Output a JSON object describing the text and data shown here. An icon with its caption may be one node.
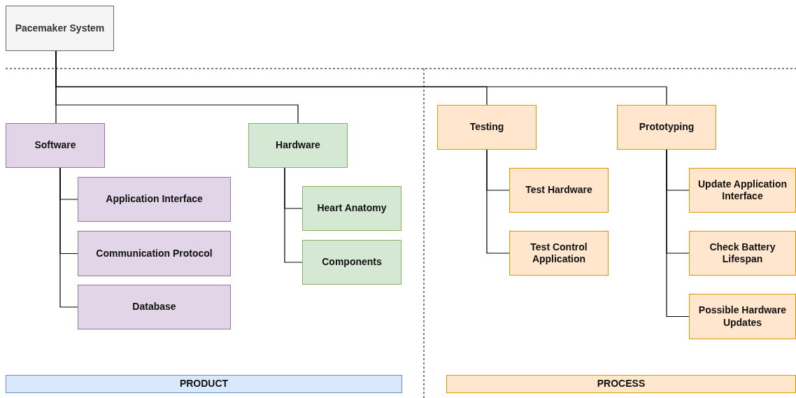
{
  "diagram": {
    "nodes": [
      {
        "text": [
          "Pacemaker System"
        ]
      },
      {
        "text": [
          "Software"
        ]
      },
      {
        "text": [
          "Hardware"
        ]
      },
      {
        "text": [
          "Application Interface"
        ]
      },
      {
        "text": [
          "Communication Protocol"
        ]
      },
      {
        "text": [
          "Database"
        ]
      },
      {
        "text": [
          "Heart Anatomy"
        ]
      },
      {
        "text": [
          "Components"
        ]
      },
      {
        "text": [
          "Testing"
        ]
      },
      {
        "text": [
          "Prototyping"
        ]
      },
      {
        "text": [
          "Test Hardware"
        ]
      },
      {
        "text": [
          "Test Control Application"
        ]
      },
      {
        "text": [
          "Update Application Interface"
        ]
      },
      {
        "text": [
          "Check Battery Lifespan"
        ]
      },
      {
        "text": [
          "Possible Hardware Updates"
        ]
      },
      {
        "text": [
          "PRODUCT"
        ]
      },
      {
        "text": [
          "PROCESS"
        ]
      }
    ],
    "edges": [
      {
        "from": 0,
        "to": 1,
        "arrow": "none"
      },
      {
        "from": 0,
        "to": 2,
        "arrow": "none"
      },
      {
        "from": 0,
        "to": 8,
        "arrow": "none"
      },
      {
        "from": 0,
        "to": 9,
        "arrow": "none"
      },
      {
        "from": 1,
        "to": 3,
        "arrow": "none"
      },
      {
        "from": 1,
        "to": 4,
        "arrow": "none"
      },
      {
        "from": 1,
        "to": 5,
        "arrow": "none"
      },
      {
        "from": 2,
        "to": 6,
        "arrow": "none"
      },
      {
        "from": 2,
        "to": 7,
        "arrow": "none"
      },
      {
        "from": 8,
        "to": 10,
        "arrow": "none"
      },
      {
        "from": 8,
        "to": 11,
        "arrow": "none"
      },
      {
        "from": 9,
        "to": 12,
        "arrow": "none"
      },
      {
        "from": 9,
        "to": 13,
        "arrow": "none"
      },
      {
        "from": 9,
        "to": 14,
        "arrow": "none"
      }
    ]
  }
}
